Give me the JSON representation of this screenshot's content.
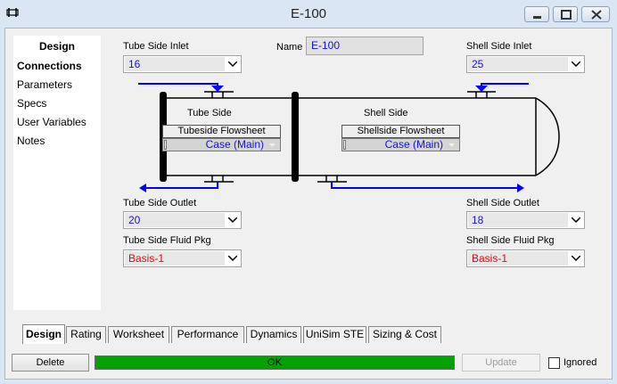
{
  "window": {
    "title": "E-100",
    "icon": "heat-exchanger-app-icon"
  },
  "nav": {
    "header": "Design",
    "items": [
      {
        "label": "Connections",
        "active": true
      },
      {
        "label": "Parameters",
        "active": false
      },
      {
        "label": "Specs",
        "active": false
      },
      {
        "label": "User Variables",
        "active": false
      },
      {
        "label": "Notes",
        "active": false
      }
    ]
  },
  "name": {
    "label": "Name",
    "value": "E-100"
  },
  "tube_side": {
    "inlet_label": "Tube Side Inlet",
    "inlet_value": "16",
    "outlet_label": "Tube Side Outlet",
    "outlet_value": "20",
    "fluid_pkg_label": "Tube Side Fluid Pkg",
    "fluid_pkg_value": "Basis-1",
    "section_label": "Tube Side",
    "flowsheet_button": "Tubeside Flowsheet",
    "case_value": "Case (Main)"
  },
  "shell_side": {
    "inlet_label": "Shell Side Inlet",
    "inlet_value": "25",
    "outlet_label": "Shell Side Outlet",
    "outlet_value": "18",
    "fluid_pkg_label": "Shell Side Fluid Pkg",
    "fluid_pkg_value": "Basis-1",
    "section_label": "Shell Side",
    "flowsheet_button": "Shellside Flowsheet",
    "case_value": "Case (Main)"
  },
  "tabs": [
    "Design",
    "Rating",
    "Worksheet",
    "Performance",
    "Dynamics",
    "UniSim STE",
    "Sizing & Cost"
  ],
  "active_tab": "Design",
  "footer": {
    "delete_label": "Delete",
    "status_text": "OK",
    "update_label": "Update",
    "ignored_label": "Ignored"
  },
  "colors": {
    "stream_arrow": "#0000ff",
    "status_ok": "#05a005",
    "stream_value": "#1515d0",
    "fluid_pkg_value": "#d01010"
  }
}
